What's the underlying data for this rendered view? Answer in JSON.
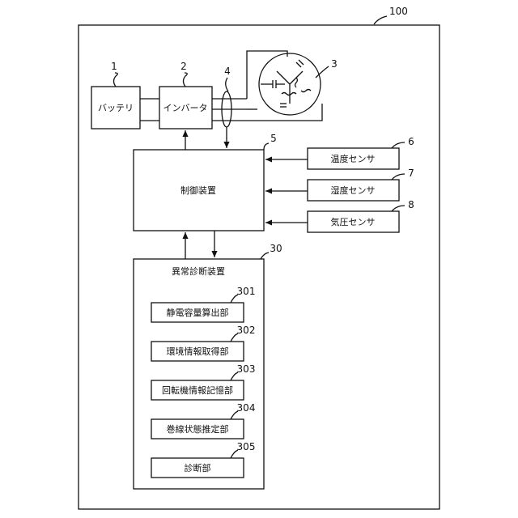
{
  "system": {
    "ref": "100"
  },
  "battery": {
    "ref": "1",
    "label": "バッテリ"
  },
  "inverter": {
    "ref": "2",
    "label": "インバータ"
  },
  "power_line": {
    "ref": "4"
  },
  "motor": {
    "ref": "3"
  },
  "controller": {
    "ref": "5",
    "label": "制御装置"
  },
  "sensors": [
    {
      "ref": "6",
      "label": "温度センサ"
    },
    {
      "ref": "7",
      "label": "湿度センサ"
    },
    {
      "ref": "8",
      "label": "気圧センサ"
    }
  ],
  "diagnosis": {
    "ref": "30",
    "label": "異常診断装置",
    "units": [
      {
        "ref": "301",
        "label": "静電容量算出部"
      },
      {
        "ref": "302",
        "label": "環境情報取得部"
      },
      {
        "ref": "303",
        "label": "回転機情報記憶部"
      },
      {
        "ref": "304",
        "label": "巻線状態推定部"
      },
      {
        "ref": "305",
        "label": "診断部"
      }
    ]
  }
}
